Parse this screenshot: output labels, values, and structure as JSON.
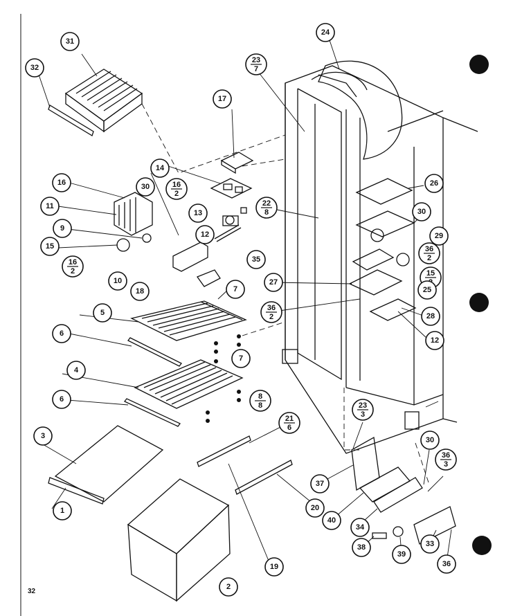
{
  "page_number": "32",
  "callouts": [
    {
      "id": "c1",
      "top": "1"
    },
    {
      "id": "c2",
      "top": "2"
    },
    {
      "id": "c3",
      "top": "3"
    },
    {
      "id": "c4",
      "top": "4"
    },
    {
      "id": "c5",
      "top": "5"
    },
    {
      "id": "c6a",
      "top": "6"
    },
    {
      "id": "c6b",
      "top": "6"
    },
    {
      "id": "c7a",
      "top": "7"
    },
    {
      "id": "c7b",
      "top": "7"
    },
    {
      "id": "c8",
      "top": "8",
      "bottom": "8"
    },
    {
      "id": "c9",
      "top": "9"
    },
    {
      "id": "c10",
      "top": "10"
    },
    {
      "id": "c11",
      "top": "11"
    },
    {
      "id": "c12a",
      "top": "12"
    },
    {
      "id": "c12b",
      "top": "12"
    },
    {
      "id": "c13",
      "top": "13"
    },
    {
      "id": "c14",
      "top": "14"
    },
    {
      "id": "c15",
      "top": "15"
    },
    {
      "id": "c15b",
      "top": "15",
      "bottom": "2"
    },
    {
      "id": "c16",
      "top": "16"
    },
    {
      "id": "c16a",
      "top": "16",
      "bottom": "2"
    },
    {
      "id": "c16b",
      "top": "16",
      "bottom": "2"
    },
    {
      "id": "c17",
      "top": "17"
    },
    {
      "id": "c18",
      "top": "18"
    },
    {
      "id": "c19",
      "top": "19"
    },
    {
      "id": "c20",
      "top": "20"
    },
    {
      "id": "c21",
      "top": "21",
      "bottom": "6"
    },
    {
      "id": "c22",
      "top": "22",
      "bottom": "8"
    },
    {
      "id": "c23a",
      "top": "23",
      "bottom": "7"
    },
    {
      "id": "c23b",
      "top": "23",
      "bottom": "3"
    },
    {
      "id": "c24",
      "top": "24"
    },
    {
      "id": "c25",
      "top": "25"
    },
    {
      "id": "c26",
      "top": "26"
    },
    {
      "id": "c27",
      "top": "27"
    },
    {
      "id": "c28",
      "top": "28"
    },
    {
      "id": "c29",
      "top": "29"
    },
    {
      "id": "c30a",
      "top": "30"
    },
    {
      "id": "c30b",
      "top": "30"
    },
    {
      "id": "c30c",
      "top": "30"
    },
    {
      "id": "c31",
      "top": "31"
    },
    {
      "id": "c32",
      "top": "32"
    },
    {
      "id": "c33",
      "top": "33"
    },
    {
      "id": "c34",
      "top": "34"
    },
    {
      "id": "c35",
      "top": "35"
    },
    {
      "id": "c36",
      "top": "36"
    },
    {
      "id": "c36a",
      "top": "36",
      "bottom": "2"
    },
    {
      "id": "c36b",
      "top": "36",
      "bottom": "2"
    },
    {
      "id": "c36c",
      "top": "36",
      "bottom": "3"
    },
    {
      "id": "c37",
      "top": "37"
    },
    {
      "id": "c38",
      "top": "38"
    },
    {
      "id": "c39",
      "top": "39"
    },
    {
      "id": "c40",
      "top": "40"
    }
  ]
}
